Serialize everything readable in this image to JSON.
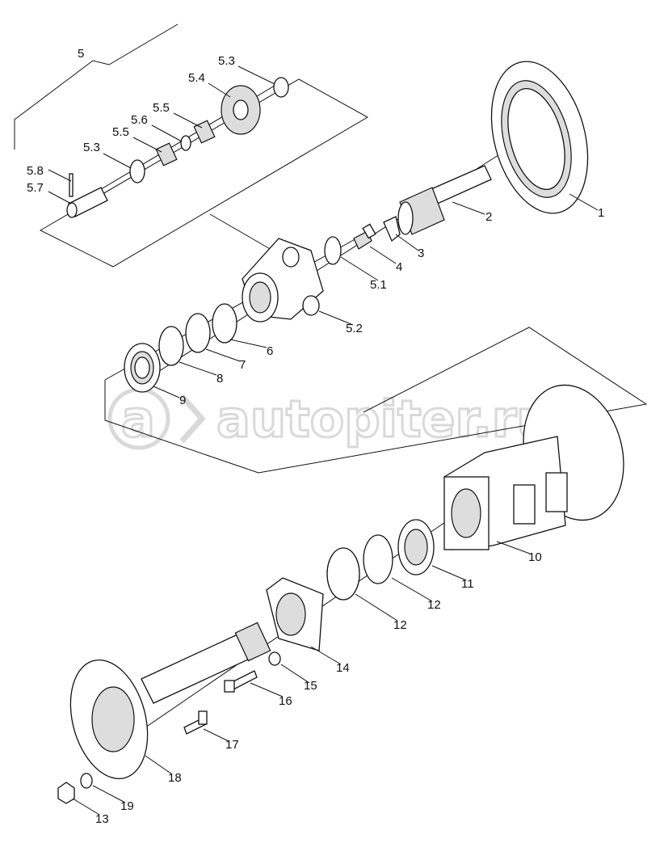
{
  "diagram": {
    "watermark": "autopiter.ru",
    "callouts": [
      {
        "id": "c5",
        "text": "5"
      },
      {
        "id": "c53a",
        "text": "5.3"
      },
      {
        "id": "c54",
        "text": "5.4"
      },
      {
        "id": "c55a",
        "text": "5.5"
      },
      {
        "id": "c56",
        "text": "5.6"
      },
      {
        "id": "c55b",
        "text": "5.5"
      },
      {
        "id": "c53b",
        "text": "5.3"
      },
      {
        "id": "c58",
        "text": "5.8"
      },
      {
        "id": "c57",
        "text": "5.7"
      },
      {
        "id": "c1",
        "text": "1"
      },
      {
        "id": "c2",
        "text": "2"
      },
      {
        "id": "c3",
        "text": "3"
      },
      {
        "id": "c4",
        "text": "4"
      },
      {
        "id": "c51",
        "text": "5.1"
      },
      {
        "id": "c52",
        "text": "5.2"
      },
      {
        "id": "c6",
        "text": "6"
      },
      {
        "id": "c7",
        "text": "7"
      },
      {
        "id": "c8",
        "text": "8"
      },
      {
        "id": "c9",
        "text": "9"
      },
      {
        "id": "c10",
        "text": "10"
      },
      {
        "id": "c11",
        "text": "11"
      },
      {
        "id": "c12a",
        "text": "12"
      },
      {
        "id": "c12b",
        "text": "12"
      },
      {
        "id": "c14",
        "text": "14"
      },
      {
        "id": "c15",
        "text": "15"
      },
      {
        "id": "c16",
        "text": "16"
      },
      {
        "id": "c17",
        "text": "17"
      },
      {
        "id": "c18",
        "text": "18"
      },
      {
        "id": "c19",
        "text": "19"
      },
      {
        "id": "c13",
        "text": "13"
      }
    ]
  }
}
